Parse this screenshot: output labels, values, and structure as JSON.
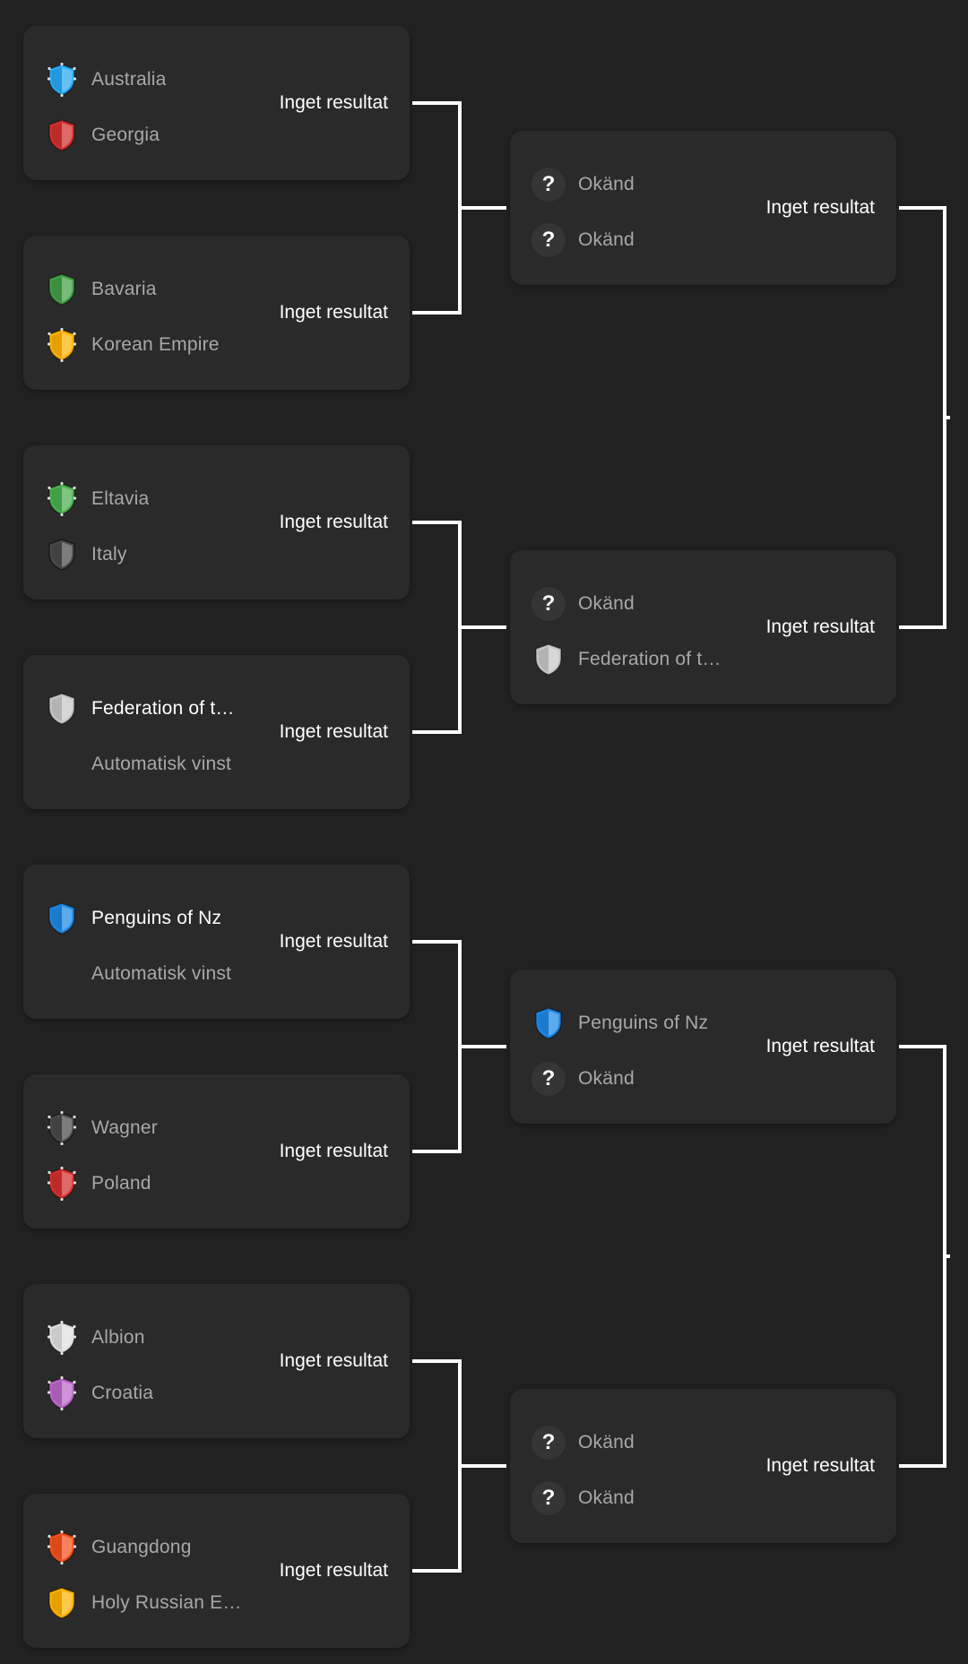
{
  "rounds": [
    {
      "matches": [
        {
          "result": "Inget resultat",
          "teams": [
            {
              "name": "Australia",
              "icon": "shield-icon",
              "color": "#29a9f5",
              "style": "ornate",
              "highlight": false
            },
            {
              "name": "Georgia",
              "icon": "shield-icon",
              "color": "#d32f2f",
              "style": "plain",
              "highlight": false
            }
          ]
        },
        {
          "result": "Inget resultat",
          "teams": [
            {
              "name": "Bavaria",
              "icon": "shield-icon",
              "color": "#43a047",
              "style": "plain",
              "highlight": false
            },
            {
              "name": "Korean Empire",
              "icon": "shield-icon",
              "color": "#ffb300",
              "style": "ornate",
              "highlight": false
            }
          ]
        },
        {
          "result": "Inget resultat",
          "teams": [
            {
              "name": "Eltavia",
              "icon": "shield-icon",
              "color": "#4caf50",
              "style": "ornate",
              "highlight": false
            },
            {
              "name": "Italy",
              "icon": "shield-icon",
              "color": "#4a4a4a",
              "style": "plain",
              "highlight": false
            }
          ]
        },
        {
          "result": "Inget resultat",
          "teams": [
            {
              "name": "Federation of th…",
              "icon": "shield-icon",
              "color": "#c8c8c8",
              "style": "plain",
              "highlight": true
            },
            {
              "name": "Automatisk vinst",
              "icon": "none",
              "color": "",
              "style": "none",
              "highlight": false
            }
          ]
        },
        {
          "result": "Inget resultat",
          "teams": [
            {
              "name": "Penguins of Nz",
              "icon": "shield-icon",
              "color": "#1e88e5",
              "style": "plain",
              "highlight": true
            },
            {
              "name": "Automatisk vinst",
              "icon": "none",
              "color": "",
              "style": "none",
              "highlight": false
            }
          ]
        },
        {
          "result": "Inget resultat",
          "teams": [
            {
              "name": "Wagner",
              "icon": "shield-icon",
              "color": "#4a4a4a",
              "style": "ornate",
              "highlight": false
            },
            {
              "name": "Poland",
              "icon": "shield-icon",
              "color": "#d32f2f",
              "style": "ornate",
              "highlight": false
            }
          ]
        },
        {
          "result": "Inget resultat",
          "teams": [
            {
              "name": "Albion",
              "icon": "shield-icon",
              "color": "#e0e0e0",
              "style": "ornate",
              "highlight": false
            },
            {
              "name": "Croatia",
              "icon": "shield-icon",
              "color": "#ba68c8",
              "style": "ornate",
              "highlight": false
            }
          ]
        },
        {
          "result": "Inget resultat",
          "teams": [
            {
              "name": "Guangdong",
              "icon": "shield-icon",
              "color": "#f4511e",
              "style": "ornate",
              "highlight": false
            },
            {
              "name": "Holy Russian E…",
              "icon": "shield-icon",
              "color": "#ffb300",
              "style": "plain",
              "highlight": false
            }
          ]
        }
      ]
    },
    {
      "matches": [
        {
          "result": "Inget resultat",
          "teams": [
            {
              "name": "Okänd",
              "icon": "question-icon",
              "color": "",
              "style": "unknown",
              "highlight": false
            },
            {
              "name": "Okänd",
              "icon": "question-icon",
              "color": "",
              "style": "unknown",
              "highlight": false
            }
          ]
        },
        {
          "result": "Inget resultat",
          "teams": [
            {
              "name": "Okänd",
              "icon": "question-icon",
              "color": "",
              "style": "unknown",
              "highlight": false
            },
            {
              "name": "Federation of th…",
              "icon": "shield-icon",
              "color": "#c8c8c8",
              "style": "plain",
              "highlight": false
            }
          ]
        },
        {
          "result": "Inget resultat",
          "teams": [
            {
              "name": "Penguins of Nz",
              "icon": "shield-icon",
              "color": "#1e88e5",
              "style": "plain",
              "highlight": false
            },
            {
              "name": "Okänd",
              "icon": "question-icon",
              "color": "",
              "style": "unknown",
              "highlight": false
            }
          ]
        },
        {
          "result": "Inget resultat",
          "teams": [
            {
              "name": "Okänd",
              "icon": "question-icon",
              "color": "",
              "style": "unknown",
              "highlight": false
            },
            {
              "name": "Okänd",
              "icon": "question-icon",
              "color": "",
              "style": "unknown",
              "highlight": false
            }
          ]
        }
      ]
    }
  ],
  "colors": {
    "background": "#212121",
    "card": "#2a2a2a",
    "connector": "#ffffff",
    "dimmed_text": "#a8a8a8",
    "highlight_text": "#ffffff"
  }
}
